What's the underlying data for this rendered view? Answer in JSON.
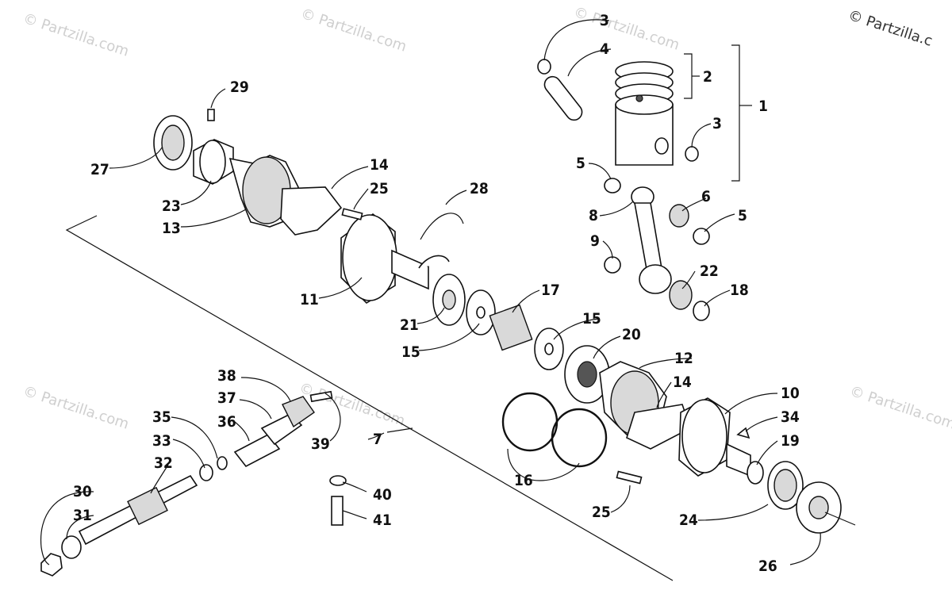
{
  "watermarks": [
    "© Partzilla.com",
    "© Partzilla.com",
    "© Partzilla.com",
    "© Partzilla.com",
    "© Partzilla.com",
    "© Partzilla.com"
  ],
  "corner_watermark": "© Partzilla.c",
  "callouts": [
    {
      "id": "c1",
      "text": "1"
    },
    {
      "id": "c2",
      "text": "2"
    },
    {
      "id": "c3a",
      "text": "3"
    },
    {
      "id": "c3b",
      "text": "3"
    },
    {
      "id": "c4",
      "text": "4"
    },
    {
      "id": "c5a",
      "text": "5"
    },
    {
      "id": "c5b",
      "text": "5"
    },
    {
      "id": "c6",
      "text": "6"
    },
    {
      "id": "c7",
      "text": "7"
    },
    {
      "id": "c8",
      "text": "8"
    },
    {
      "id": "c9",
      "text": "9"
    },
    {
      "id": "c10",
      "text": "10"
    },
    {
      "id": "c11",
      "text": "11"
    },
    {
      "id": "c12",
      "text": "12"
    },
    {
      "id": "c13",
      "text": "13"
    },
    {
      "id": "c14a",
      "text": "14"
    },
    {
      "id": "c14b",
      "text": "14"
    },
    {
      "id": "c15a",
      "text": "15"
    },
    {
      "id": "c15b",
      "text": "15"
    },
    {
      "id": "c16",
      "text": "16"
    },
    {
      "id": "c17",
      "text": "17"
    },
    {
      "id": "c18",
      "text": "18"
    },
    {
      "id": "c19",
      "text": "19"
    },
    {
      "id": "c20",
      "text": "20"
    },
    {
      "id": "c21",
      "text": "21"
    },
    {
      "id": "c22",
      "text": "22"
    },
    {
      "id": "c23",
      "text": "23"
    },
    {
      "id": "c24",
      "text": "24"
    },
    {
      "id": "c25a",
      "text": "25"
    },
    {
      "id": "c25b",
      "text": "25"
    },
    {
      "id": "c26",
      "text": "26"
    },
    {
      "id": "c27",
      "text": "27"
    },
    {
      "id": "c28",
      "text": "28"
    },
    {
      "id": "c29",
      "text": "29"
    },
    {
      "id": "c30",
      "text": "30"
    },
    {
      "id": "c31",
      "text": "31"
    },
    {
      "id": "c32",
      "text": "32"
    },
    {
      "id": "c33",
      "text": "33"
    },
    {
      "id": "c34",
      "text": "34"
    },
    {
      "id": "c35",
      "text": "35"
    },
    {
      "id": "c36",
      "text": "36"
    },
    {
      "id": "c37",
      "text": "37"
    },
    {
      "id": "c38",
      "text": "38"
    },
    {
      "id": "c39",
      "text": "39"
    },
    {
      "id": "c40",
      "text": "40"
    },
    {
      "id": "c41",
      "text": "41"
    }
  ]
}
